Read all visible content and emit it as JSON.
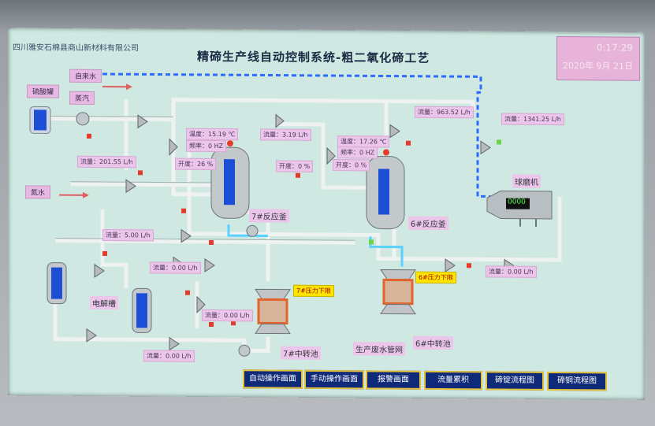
{
  "header": {
    "company": "四川雅安石棉县商山新材料有限公司",
    "title": "精碲生产线自动控制系统-粗二氧化碲工艺",
    "time": "0:17:29",
    "date": "2020年 9月 21日"
  },
  "lines": {
    "tap_water": "自来水",
    "steam": "蒸汽",
    "nitrogen": "氮水"
  },
  "equipment": {
    "storage_tank": "硫酸罐",
    "reactor_7": "7#反应釜",
    "reactor_6": "6#反应釜",
    "ball_mill": "球磨机",
    "electrolyzer": "电解槽",
    "transfer_7": "7#中转池",
    "transfer_6": "6#中转池",
    "wastewater": "生产废水管网",
    "mill_display": "0000"
  },
  "reactor7": {
    "temp_label": "温度：",
    "temp_value": "15.19 ℃",
    "freq_label": "频率：",
    "freq_value": "0 HZ",
    "open_label": "开度：",
    "open_value": "26 %",
    "flow_label": "流量：",
    "flow_value": "3.19 L/h",
    "open2_label": "开度：",
    "open2_value": "0 %"
  },
  "reactor6": {
    "temp_label": "温度：",
    "temp_value": "17.26 ℃",
    "freq_label": "频率：",
    "freq_value": "0 HZ",
    "open_label": "开度：",
    "open_value": "0 %"
  },
  "flows": {
    "top": "流量：963.52 L/h",
    "right": "流量：1341.25 L/h",
    "left_mid": "流量：201.55 L/h",
    "left_low": "流量：5.00 L/h",
    "mid_low": "流量：0.00 L/h",
    "elec": "流量：0.00 L/h",
    "bottom_left": "流量：0.00 L/h",
    "right_low": "流量：0.00 L/h"
  },
  "signals": {
    "transfer7": "7#压力下限",
    "transfer6": "6#压力下限"
  },
  "nav": [
    "自动操作画面",
    "手动操作画面",
    "报警画面",
    "流量累积",
    "碲锭流程图",
    "碲铜流程图"
  ],
  "colors": {
    "screen_bg": "#cfe8e2",
    "tag_bg": "#e6b8e2",
    "nav_bg": "#102a7a",
    "nav_border": "#e6c23c",
    "tank_blue": "#1d4fd6",
    "pipe": "#e9eeed",
    "flow_blue": "#2f6bff"
  }
}
